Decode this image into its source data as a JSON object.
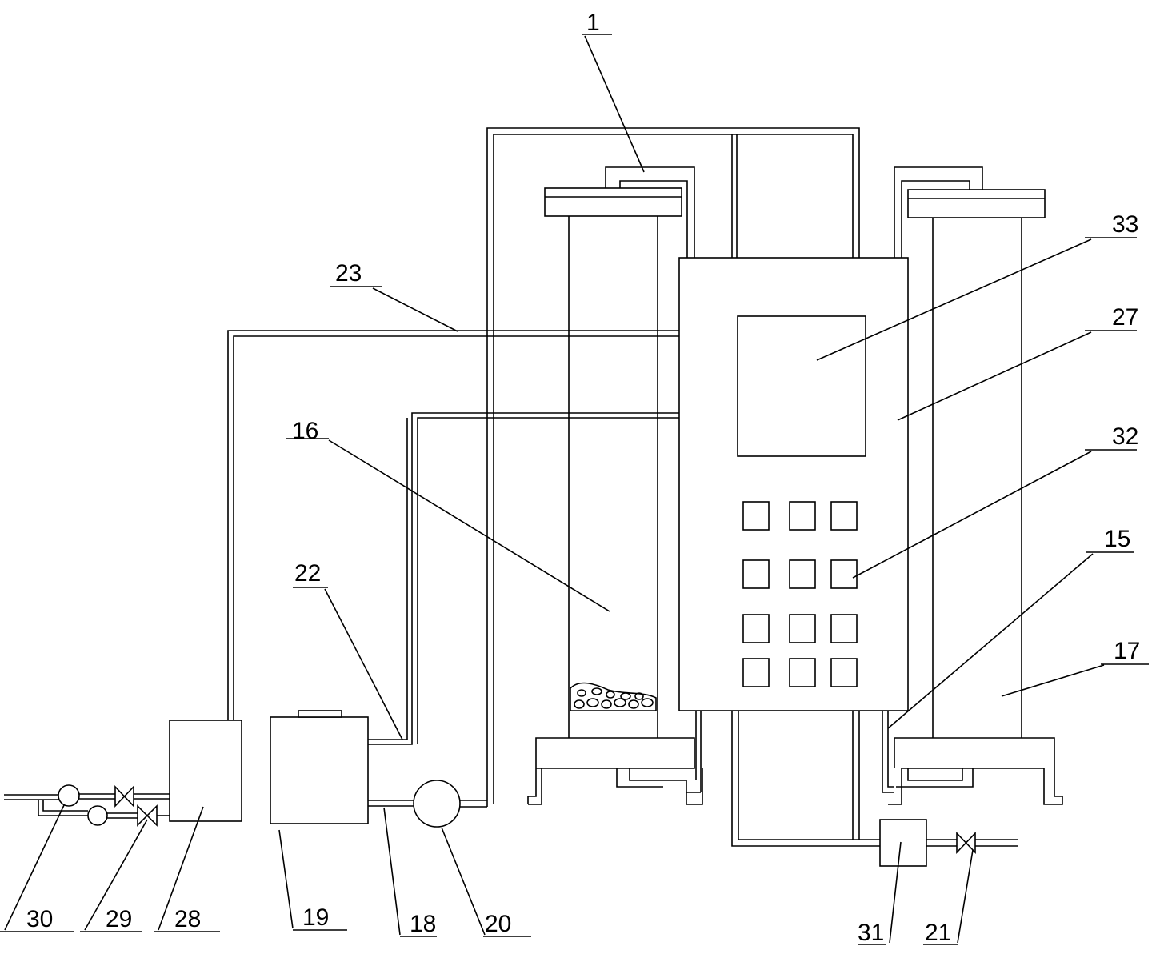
{
  "labels": {
    "l1": "1",
    "l15": "15",
    "l16": "16",
    "l17": "17",
    "l18": "18",
    "l19": "19",
    "l20": "20",
    "l21": "21",
    "l22": "22",
    "l23": "23",
    "l27": "27",
    "l28": "28",
    "l29": "29",
    "l30": "30",
    "l31": "31",
    "l32": "32",
    "l33": "33"
  }
}
